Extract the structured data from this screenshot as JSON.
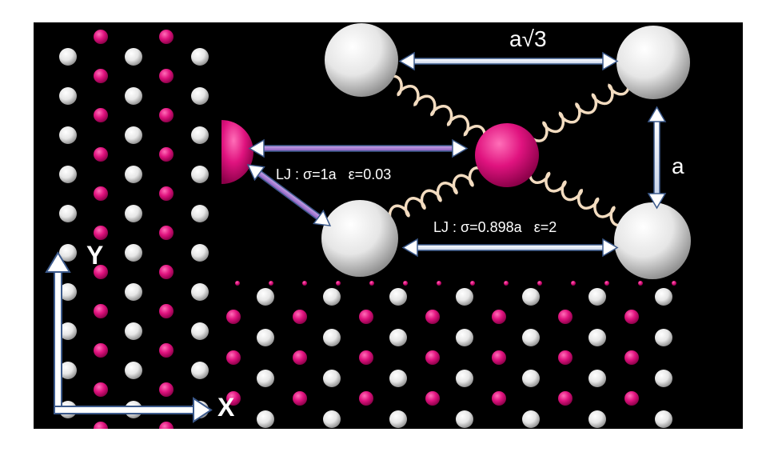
{
  "labels": {
    "lattice_constant_diag": "a√3",
    "lattice_constant_side": "a",
    "lj_wall": "LJ : σ=1a   ε=0.03",
    "lj_particle": "LJ : σ=0.898a   ε=2",
    "axis_y": "Y",
    "axis_x": "X"
  },
  "colors": {
    "background": "#000000",
    "atom_white": "#f2f2f2",
    "atom_magenta": "#e0137f",
    "arrow_fill": "#ffffff",
    "arrow_stroke": "#3c5a8c",
    "spring": "#f3dcc0"
  }
}
